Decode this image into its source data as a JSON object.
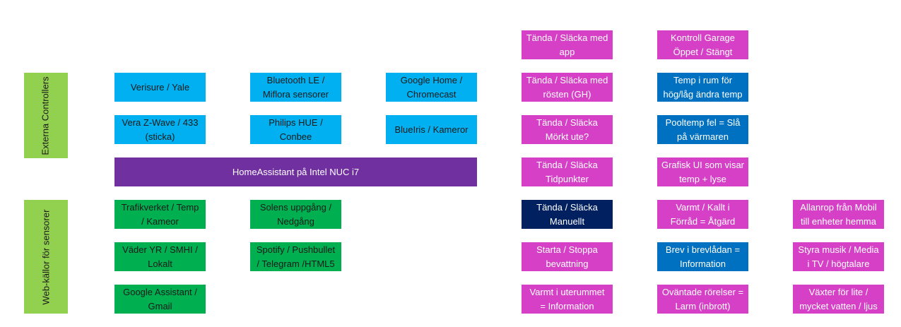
{
  "colors": {
    "side": "#92d050",
    "sky": "#00b0f0",
    "purple": "#7030a0",
    "green": "#00b050",
    "magenta": "#d540c6",
    "steel": "#0070c0",
    "navy": "#002060"
  },
  "side_labels": {
    "top": "Externa Controllers",
    "bottom": "Web-källor för sensorer"
  },
  "controllers": [
    "Verisure / Yale",
    "Bluetooth LE /\nMiflora sensorer",
    "Google Home /\nChromecast",
    "Vera Z-Wave / 433\n(sticka)",
    "Philips HUE /\nConbee",
    "BlueIris / Kameror"
  ],
  "hub": "HomeAssistant på Intel NUC i7",
  "sources": [
    "Trafikverket / Temp\n/ Kameor",
    "Solens uppgång /\nNedgång",
    "Väder YR / SMHI /\nLokalt",
    "Spotify / Pushbullet\n/ Telegram /HTML5",
    "Google Assistant /\nGmail"
  ],
  "actions_col1": [
    "Tända / Släcka med\napp",
    "Tända / Släcka med\nrösten (GH)",
    "Tända / Släcka\nMörkt ute?",
    "Tända / Släcka\nTidpunkter",
    "Tända / Släcka\nManuellt",
    "Starta / Stoppa\nbevattning",
    "Varmt i uterummet\n= Information"
  ],
  "actions_col2": [
    "Kontroll Garage\nÖppet / Stängt",
    "Temp i rum för\nhög/låg ändra temp",
    "Pooltemp fel = Slå\npå värmaren",
    "Grafisk UI som visar\ntemp + lyse",
    "Varmt / Kallt i\nFörråd = Åtgärd",
    "Brev i brevlådan =\nInformation",
    "Oväntade rörelser =\nLarm (inbrott)"
  ],
  "actions_col3": [
    "Allanrop från Mobil\ntill enheter hemma",
    "Styra musik / Media\ni TV / högtalare",
    "Växter för lite /\nmycket vatten / ljus"
  ]
}
